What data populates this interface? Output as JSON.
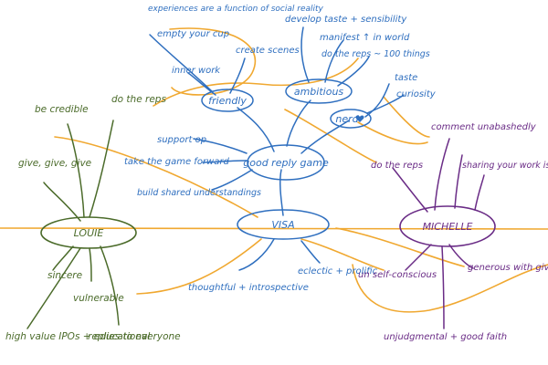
{
  "colors": {
    "blue": "#2f6fbf",
    "green": "#4b6b2a",
    "purple": "#6a2c86",
    "orange": "#f0a830",
    "background": "#ffffff"
  },
  "icons": {
    "heart": "heart-icon"
  },
  "people": {
    "louie": {
      "name": "LOUIE",
      "traits": [
        "be credible",
        "do the reps",
        "give, give, give",
        "sincere",
        "vulnerable",
        "high value IPOs + educational",
        "replies to everyone"
      ]
    },
    "visa": {
      "name": "VISA",
      "hub": "good reply game",
      "friendly": "friendly",
      "ambitious": "ambitious",
      "nerd": "nerd",
      "friendly_branches": [
        "inner work",
        "create scenes",
        "experiences are a function of social reality",
        "empty your cup"
      ],
      "ambitious_branches": [
        "develop taste + sensibility",
        "manifest ↑ in world",
        "do the reps ~ 100 things"
      ],
      "nerd_branches": [
        "taste",
        "curiosity"
      ],
      "hub_branches": [
        "support op",
        "take the game forward",
        "build shared understandings"
      ],
      "traits": [
        "thoughtful + introspective",
        "eclectic + prolific"
      ]
    },
    "michelle": {
      "name": "MICHELLE",
      "traits": [
        "comment unabashedly",
        "do the reps",
        "sharing your work is a service",
        "generous with gives",
        "un self-conscious",
        "unjudgmental + good faith"
      ]
    }
  }
}
